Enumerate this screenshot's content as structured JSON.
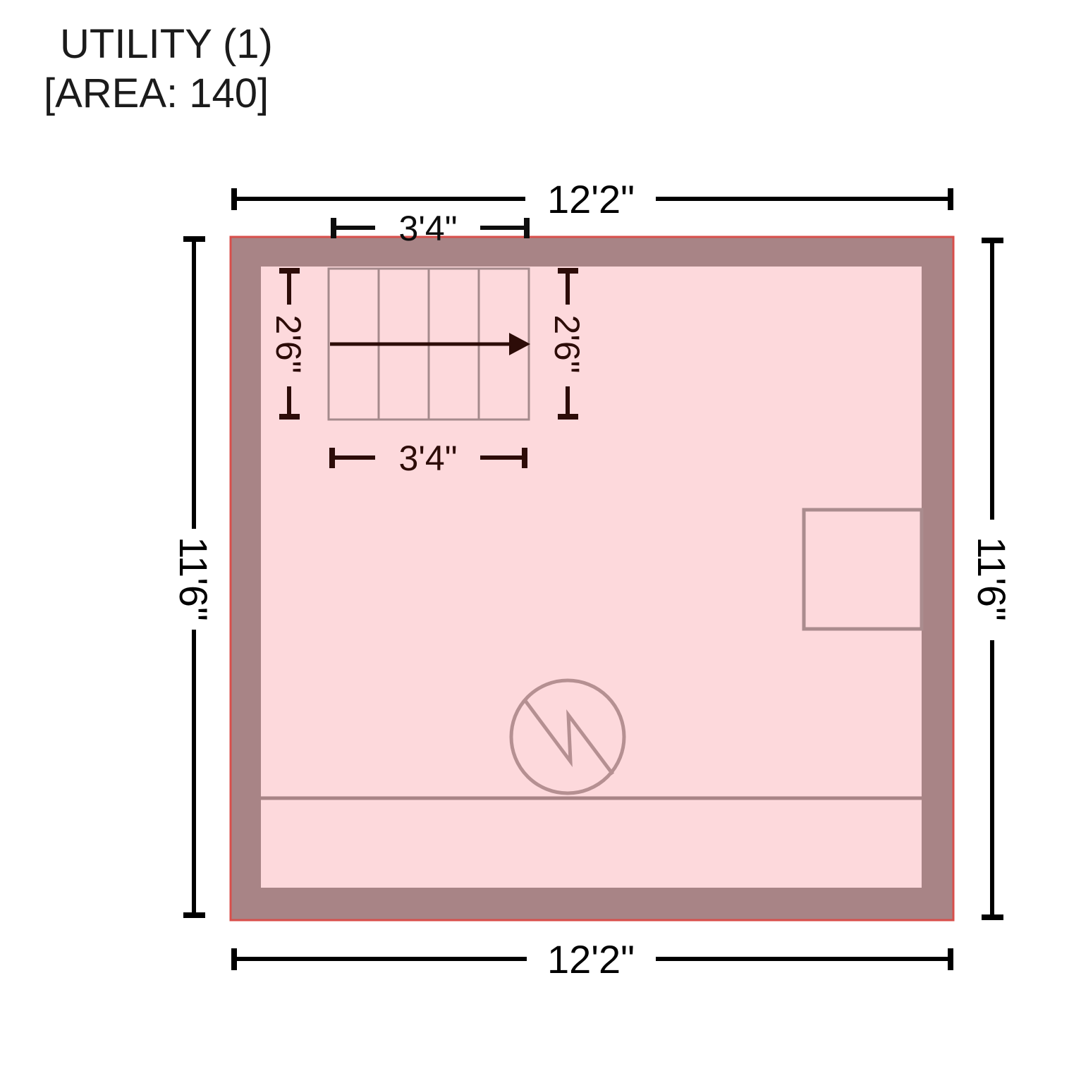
{
  "title": {
    "room_label": "UTILITY (1)",
    "area_label": "[AREA: 140]",
    "room_name": "UTILITY",
    "room_number": "1",
    "area_value": "140"
  },
  "dims": {
    "top": {
      "label": "12'2\""
    },
    "bottom": {
      "label": "12'2\""
    },
    "left": {
      "label": "11'6\""
    },
    "right": {
      "label": "11'6\""
    }
  },
  "stair_dims": {
    "top": {
      "label": "3'4\""
    },
    "bottom": {
      "label": "3'4\""
    },
    "left": {
      "label": "2'6\""
    },
    "right": {
      "label": "2'6\""
    }
  },
  "colors": {
    "wall_fill": "#a88486",
    "wall_outline_red": "#d84f4b",
    "floor_fill": "#fdd9dc",
    "stair_line": "#a58a8c",
    "symbol_line": "#b59092",
    "fixture_line": "#aa8c8e",
    "dim_main": "#000000",
    "dim_stair": "#2d0c08",
    "title_text": "#1b1b1b"
  }
}
